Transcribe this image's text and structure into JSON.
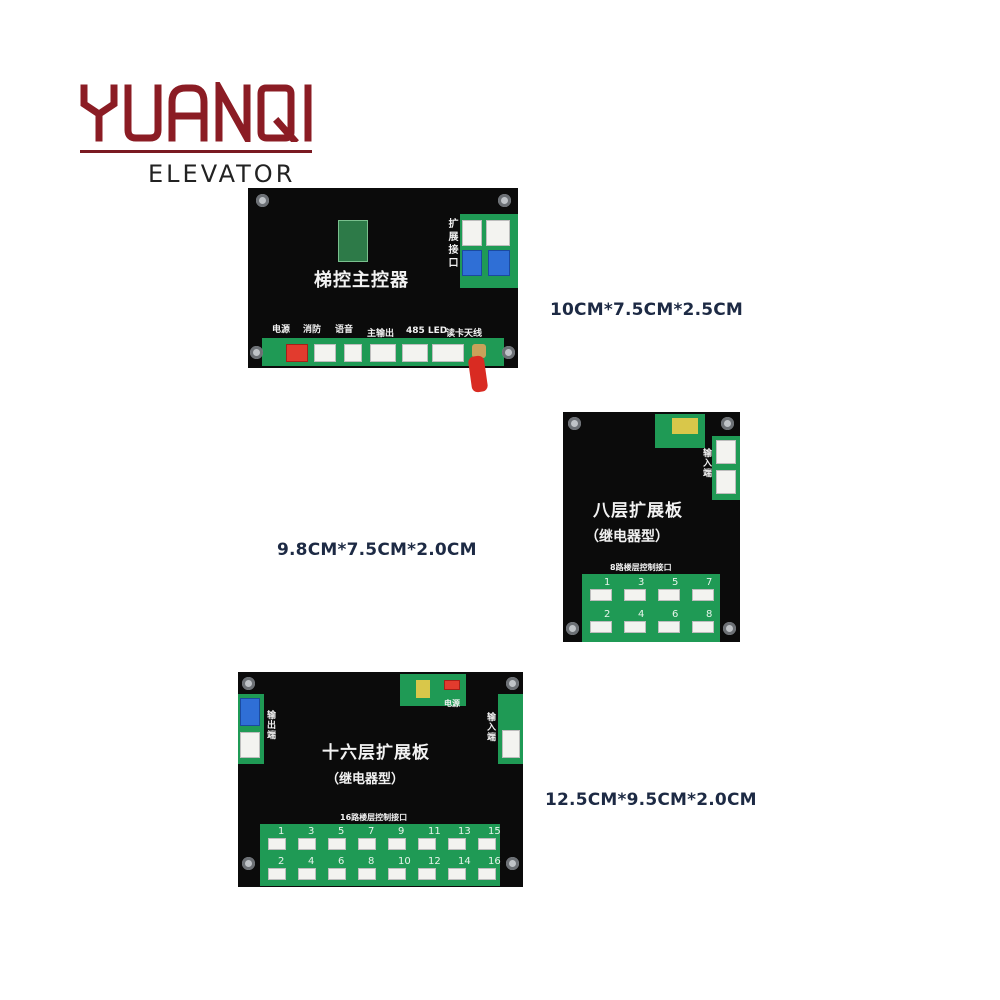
{
  "logo": {
    "word": "YUANQI",
    "subtitle": "ELEVATOR",
    "colors": {
      "word": "#8b1c24",
      "rule": "#7a1a22"
    }
  },
  "board1": {
    "title": "梯控主控器",
    "expansion_label": "扩展接口",
    "port_labels": [
      "电源",
      "消防",
      "语音",
      "主输出",
      "485 LED",
      "读卡天线"
    ],
    "dimensions": "10CM*7.5CM*2.5CM"
  },
  "board2": {
    "title": "八层扩展板",
    "subtitle": "（继电器型）",
    "input_label": "输入端",
    "interface_label": "8路楼层控制接口",
    "numbers": [
      "1",
      "3",
      "5",
      "7",
      "2",
      "4",
      "6",
      "8"
    ],
    "dimensions": "9.8CM*7.5CM*2.0CM"
  },
  "board3": {
    "title": "十六层扩展板",
    "subtitle": "（继电器型）",
    "output_label": "输出端",
    "input_label": "输入端",
    "power_label": "电源",
    "interface_label": "16路楼层控制接口",
    "numbers": [
      "1",
      "3",
      "5",
      "7",
      "9",
      "11",
      "13",
      "15",
      "2",
      "4",
      "6",
      "8",
      "10",
      "12",
      "14",
      "16"
    ],
    "dimensions": "12.5CM*9.5CM*2.0CM"
  }
}
